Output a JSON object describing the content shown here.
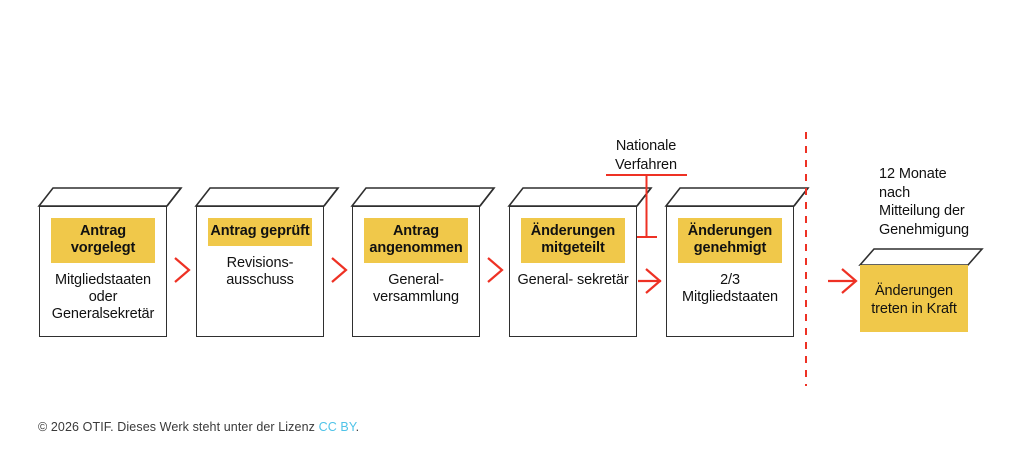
{
  "diagram": {
    "title_text": "",
    "colors": {
      "accent_yellow": "#F0C84A",
      "arrow_red": "#EE3124",
      "box_outline": "#2F2F2F",
      "text": "#111111",
      "link_blue": "#4FC3E8"
    },
    "steps": [
      {
        "id": "step-antrag-vorgelegt",
        "band": "Antrag\nvorgelegt",
        "sub": "Mitgliedstaaten\noder\nGeneralsekretär"
      },
      {
        "id": "step-antrag-geprueft",
        "band": "Antrag\ngeprüft",
        "sub": "Revisions-\nausschuss"
      },
      {
        "id": "step-antrag-angenommen",
        "band": "Antrag\nangenommen",
        "sub": "General-\nversammlung"
      },
      {
        "id": "step-aenderungen-mitgeteilt",
        "band": "Änderungen\nmitgeteilt",
        "sub": "General-\nsekretär"
      },
      {
        "id": "step-aenderungen-genehmigt",
        "band": "Änderungen\ngenehmigt",
        "sub": "2/3\nMitgliedstaaten"
      }
    ],
    "final_step": {
      "id": "step-aenderungen-treten-in-kraft",
      "text": "Änderungen\ntreten\nin Kraft"
    },
    "annotations": {
      "national_procedures": "Nationale\nVerfahren",
      "twelve_months": "12 Monate\nnach\nMitteilung der\nGenehmigung"
    },
    "arrows": {
      "count": 5,
      "icon": "red-chevron-arrow"
    },
    "separator": {
      "icon": "vertical-dashed-divider"
    }
  },
  "footer": {
    "prefix": "© 2026 OTIF. Dieses Werk steht unter der Lizenz ",
    "license": "CC BY",
    "suffix": "."
  }
}
